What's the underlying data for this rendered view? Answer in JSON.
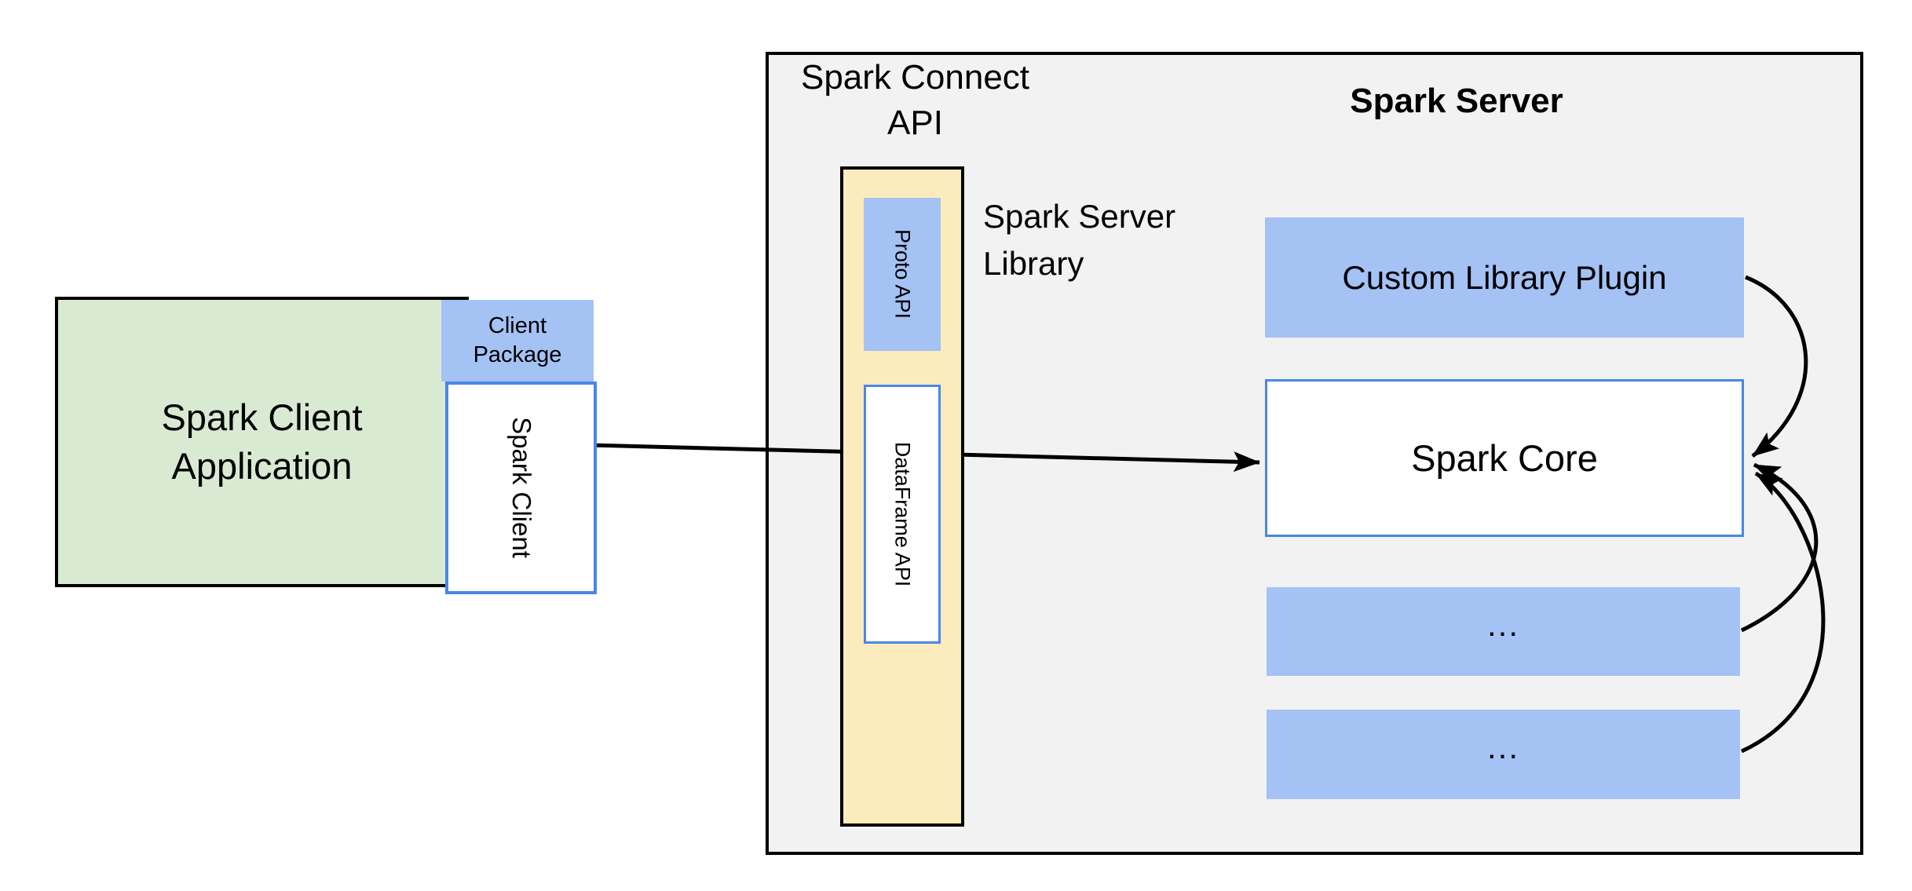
{
  "labels": {
    "spark_connect_api": "Spark Connect\nAPI",
    "spark_server_title": "Spark Server",
    "spark_server_library": "Spark Server\nLibrary",
    "spark_client_application": "Spark Client\nApplication",
    "client_package": "Client\nPackage",
    "spark_client": "Spark Client",
    "proto_api": "Proto API",
    "dataframe_api": "DataFrame API",
    "custom_library_plugin": "Custom Library Plugin",
    "spark_core": "Spark Core",
    "ellipsis_1": "...",
    "ellipsis_2": "..."
  },
  "colors": {
    "blue_fill": "#a4c2f4",
    "blue_border": "#4a86e8",
    "green_fill": "#d9ead3",
    "yellow_fill": "#fcebbd",
    "gray_fill": "#f2f2f2",
    "line_color": "#000000",
    "text_color": "#000000",
    "box_border": "#000000"
  }
}
